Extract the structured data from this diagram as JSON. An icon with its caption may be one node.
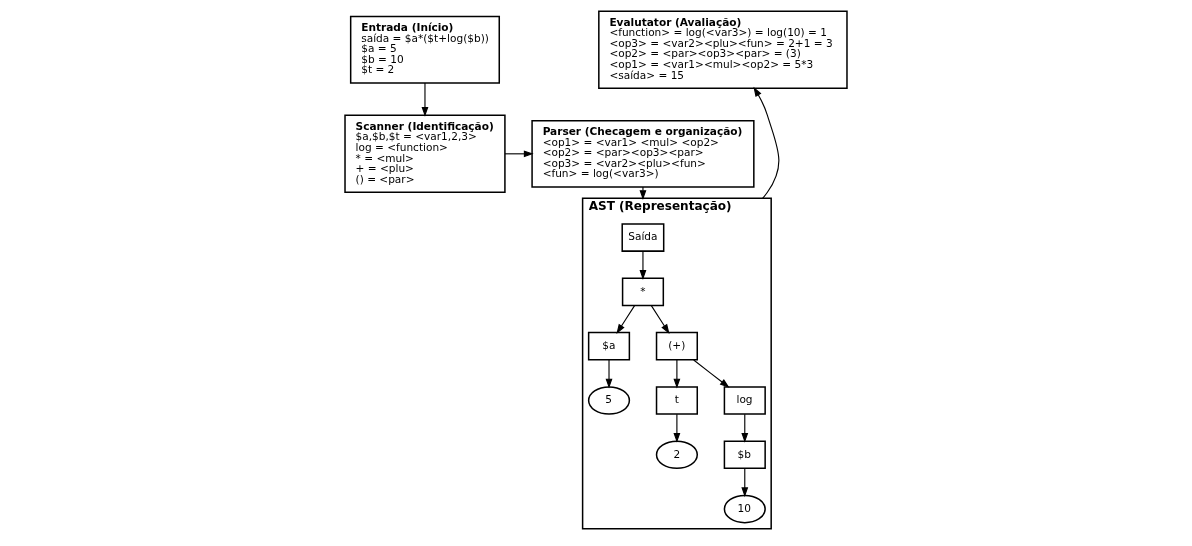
{
  "diagram": {
    "nodes": [
      {
        "text": [
          "Entrada (Início)",
          "saída = $a*($t+log($b))",
          "$a = 5",
          "$b = 10",
          "$t = 2"
        ]
      },
      {
        "text": [
          "Evalutator (Avaliação)",
          "<function> = log(<var3>) = log(10) = 1",
          "<op3> = <var2><plu><fun> = 2+1 = 3",
          "<op2> = <par><op3><par> = (3)",
          "<op1> = <var1><mul><op2> = 5*3",
          "<saída> = 15"
        ]
      },
      {
        "text": [
          "AST (Representação)"
        ]
      },
      {
        "text": [
          "Scanner (Identificação)",
          "$a,$b,$t = <var1,2,3>",
          "log = <function>",
          "* = <mul>",
          "+ = <plu>",
          "() = <par>"
        ]
      },
      {
        "text": [
          "Parser (Checagem e organização)",
          "<op1> = <var1> <mul> <op2>",
          "<op2> = <par><op3><par>",
          "<op3> = <var2><plu><fun>",
          "<fun> = log(<var3>)"
        ]
      },
      {
        "text": [
          "Saída"
        ],
        "in": 2
      },
      {
        "text": [
          "*"
        ],
        "in": 2
      },
      {
        "text": [
          "$a"
        ],
        "in": 2
      },
      {
        "text": [
          "(+)"
        ],
        "in": 2
      },
      {
        "text": [
          "5"
        ],
        "in": 2
      },
      {
        "text": [
          "t"
        ],
        "in": 2
      },
      {
        "text": [
          "log"
        ],
        "in": 2
      },
      {
        "text": [
          "2"
        ],
        "in": 2
      },
      {
        "text": [
          "$b"
        ],
        "in": 2
      },
      {
        "text": [
          "10"
        ],
        "in": 2
      }
    ],
    "edges": [
      {
        "from": 0,
        "to": 3,
        "arrow": "to"
      },
      {
        "from": 3,
        "to": 4,
        "arrow": "to"
      },
      {
        "from": 4,
        "to": 2,
        "arrow": "to"
      },
      {
        "from": 2,
        "to": 1,
        "arrow": "to"
      },
      {
        "from": 5,
        "to": 6,
        "arrow": "to"
      },
      {
        "from": 6,
        "to": 7,
        "arrow": "to"
      },
      {
        "from": 6,
        "to": 8,
        "arrow": "to"
      },
      {
        "from": 7,
        "to": 9,
        "arrow": "to"
      },
      {
        "from": 8,
        "to": 10,
        "arrow": "to"
      },
      {
        "from": 8,
        "to": 11,
        "arrow": "to"
      },
      {
        "from": 10,
        "to": 12,
        "arrow": "to"
      },
      {
        "from": 11,
        "to": 13,
        "arrow": "to"
      },
      {
        "from": 13,
        "to": 14,
        "arrow": "to"
      }
    ]
  }
}
